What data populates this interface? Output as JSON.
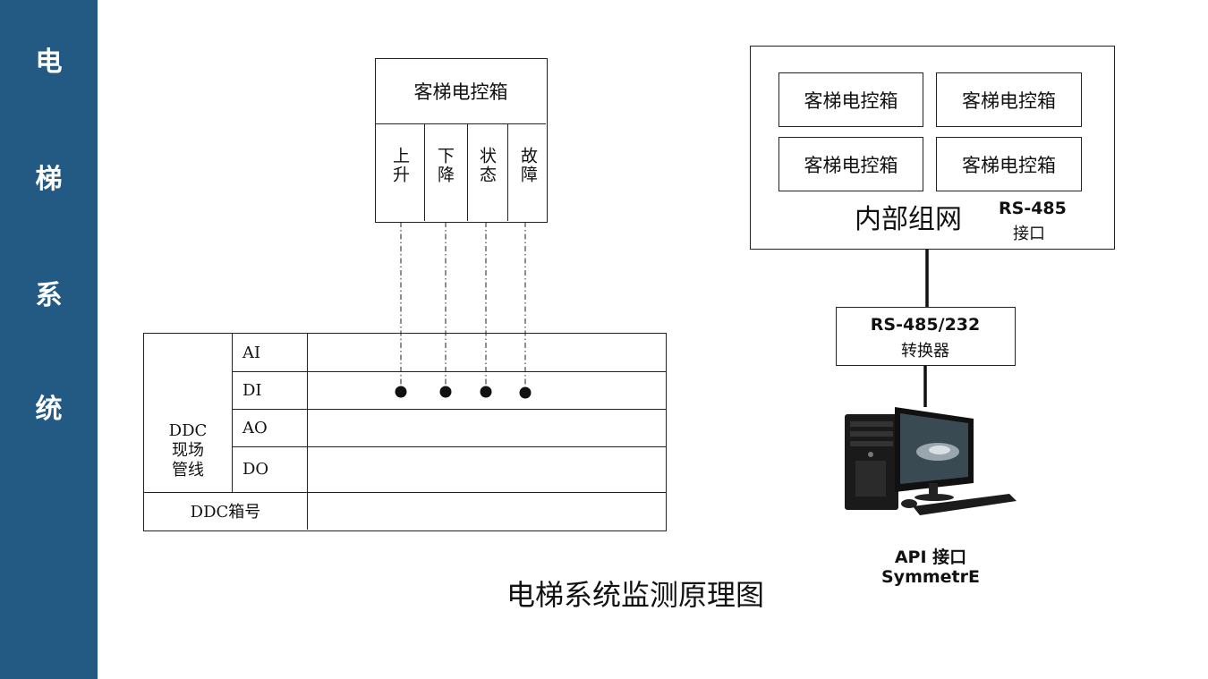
{
  "sidebar": {
    "title_chars": [
      "电",
      "梯",
      "系",
      "统"
    ],
    "background": "#235a84"
  },
  "local_box": {
    "title": "客梯电控箱",
    "signals": [
      "上升",
      "下降",
      "状态",
      "故障"
    ]
  },
  "ddc_table": {
    "group_label": "DDC\n现场\n管线",
    "rows": [
      "AI",
      "DI",
      "AO",
      "DO"
    ],
    "footer_label": "DDC箱号"
  },
  "network_box": {
    "controllers": [
      "客梯电控箱",
      "客梯电控箱",
      "客梯电控箱",
      "客梯电控箱"
    ],
    "label": "内部组网",
    "interface_label": "RS-485",
    "interface_sub": "接口"
  },
  "converter": {
    "line1": "RS-485/232",
    "line2": "转换器"
  },
  "computer": {
    "icon": "desktop-computer-icon",
    "caption_line1": "API 接口",
    "caption_line2": "SymmetrE"
  },
  "diagram_title": "电梯系统监测原理图"
}
